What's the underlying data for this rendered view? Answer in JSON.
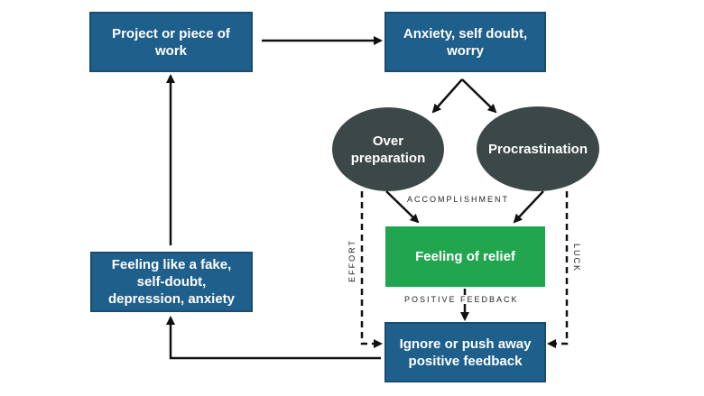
{
  "nodes": {
    "project": "Project or piece of work",
    "anxiety": "Anxiety, self doubt, worry",
    "over_preparation": "Over preparation",
    "procrastination": "Procrastination",
    "relief": "Feeling of relief",
    "ignore": "Ignore or push away positive feedback",
    "fake": "Feeling like a fake, self-doubt, depression, anxiety"
  },
  "edge_labels": {
    "accomplishment": "ACCOMPLISHMENT",
    "positive_feedback": "POSITIVE FEEDBACK",
    "effort": "EFFORT",
    "luck": "LUCK"
  },
  "colors": {
    "box_blue": "#1e5f8c",
    "oval_dark": "#3c4748",
    "relief_green": "#21a54f"
  }
}
